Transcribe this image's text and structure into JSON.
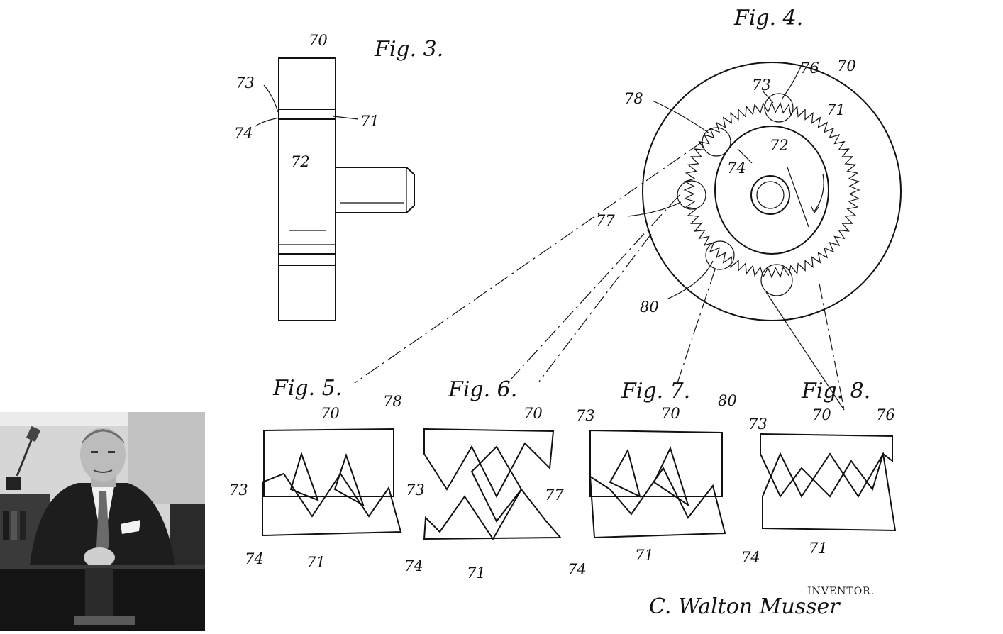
{
  "figures": {
    "fig3": {
      "title": "Fig. 3.",
      "labels": [
        "70",
        "73",
        "74",
        "71",
        "72"
      ]
    },
    "fig4": {
      "title": "Fig. 4.",
      "labels": [
        "76",
        "70",
        "73",
        "78",
        "71",
        "72",
        "74",
        "77",
        "80"
      ]
    },
    "fig5": {
      "title": "Fig. 5.",
      "labels": [
        "70",
        "78",
        "73",
        "74",
        "71"
      ]
    },
    "fig6": {
      "title": "Fig. 6.",
      "labels": [
        "70",
        "73",
        "77",
        "74",
        "71"
      ]
    },
    "fig7": {
      "title": "Fig. 7.",
      "labels": [
        "73",
        "70",
        "80",
        "74",
        "71"
      ]
    },
    "fig8": {
      "title": "Fig. 8.",
      "labels": [
        "73",
        "70",
        "76",
        "74",
        "71"
      ]
    }
  },
  "inventor": {
    "caption": "INVENTOR.",
    "name": "C. Walton Musser"
  },
  "colors": {
    "ink": "#111111",
    "paper": "#ffffff",
    "photo_bg": "#cfcfcf"
  }
}
